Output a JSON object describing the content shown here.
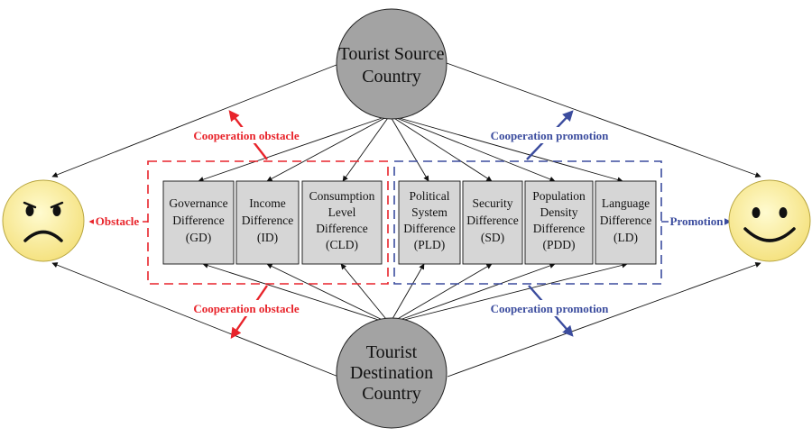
{
  "source_country": {
    "line1": "Tourist Source",
    "line2": "Country"
  },
  "destination_country": {
    "line1": "Tourist",
    "line2": "Destination",
    "line3": "Country"
  },
  "boxes": [
    {
      "l1": "Governance",
      "l2": "Difference",
      "l3": "(GD)"
    },
    {
      "l1": "Income",
      "l2": "Difference",
      "l3": "(ID)"
    },
    {
      "l1": "Consumption",
      "l2": "Level",
      "l3": "Difference",
      "l4": "(CLD)"
    },
    {
      "l1": "Political",
      "l2": "System",
      "l3": "Difference",
      "l4": "(PLD)"
    },
    {
      "l1": "Security",
      "l2": "Difference",
      "l3": "(SD)"
    },
    {
      "l1": "Population",
      "l2": "Density",
      "l3": "Difference",
      "l4": "(PDD)"
    },
    {
      "l1": "Language",
      "l2": "Difference",
      "l3": "(LD)"
    }
  ],
  "labels": {
    "obstacle_top": "Cooperation obstacle",
    "obstacle_bottom": "Cooperation obstacle",
    "promotion_top": "Cooperation promotion",
    "promotion_bottom": "Cooperation promotion",
    "obstacle": "Obstacle",
    "promotion": "Promotion"
  },
  "colors": {
    "obstacle": "#e8242b",
    "promotion": "#3b4c9e",
    "node_fill": "#a3a3a3",
    "box_fill": "#d6d6d6",
    "face_fill": "#fdf3a8"
  }
}
